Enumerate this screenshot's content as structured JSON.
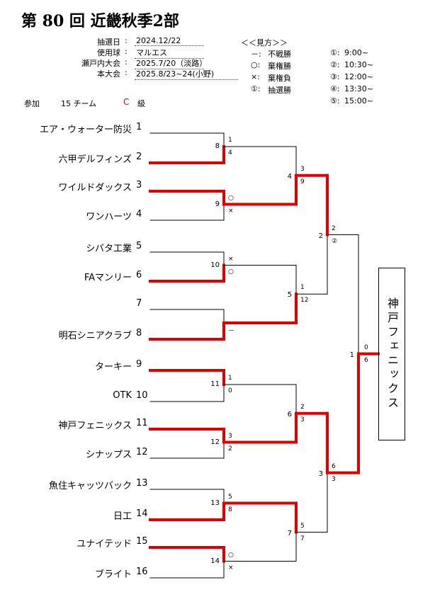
{
  "title": "第 80 回 近畿秋季2部",
  "info": [
    {
      "label": "抽選日",
      "value": "2024.12/22"
    },
    {
      "label": "使用球",
      "value": "マルエス"
    },
    {
      "label": "瀬戸内大会",
      "value": "2025.7/20（淡路）"
    },
    {
      "label": "本大会",
      "value": "2025.8/23~24(小野)"
    }
  ],
  "legend": {
    "header": "＜＜見方＞＞",
    "marks": [
      {
        "sym": "－:",
        "text": "不戦勝"
      },
      {
        "sym": "○:",
        "text": "棄権勝"
      },
      {
        "sym": "×:",
        "text": "棄権負"
      },
      {
        "sym": "①:",
        "text": "抽選勝"
      }
    ],
    "times": [
      {
        "sym": "①:",
        "text": "9:00~"
      },
      {
        "sym": "②:",
        "text": "10:30~"
      },
      {
        "sym": "③:",
        "text": "12:00~"
      },
      {
        "sym": "④:",
        "text": "13:30~"
      },
      {
        "sym": "⑤:",
        "text": "15:00~"
      }
    ]
  },
  "participation": {
    "label": "参加",
    "count": "15 チーム",
    "class_code": "C",
    "class_suffix": "級"
  },
  "colors": {
    "winner_line": "#e00000",
    "class_code": "#e00000"
  },
  "teams": [
    {
      "name": "エア・ウォーター防災",
      "seed": "1"
    },
    {
      "name": "六甲デルフィンズ",
      "seed": "2"
    },
    {
      "name": "ワイルドダックス",
      "seed": "3"
    },
    {
      "name": "ワンハーツ",
      "seed": "4"
    },
    {
      "name": "シバタ工業",
      "seed": "5"
    },
    {
      "name": "FAマンリー",
      "seed": "6"
    },
    {
      "name": "",
      "seed": "7"
    },
    {
      "name": "明石シニアクラブ",
      "seed": "8"
    },
    {
      "name": "ターキー",
      "seed": "9"
    },
    {
      "name": "OTK",
      "seed": "10"
    },
    {
      "name": "神戸フェニックス",
      "seed": "11"
    },
    {
      "name": "シナップス",
      "seed": "12"
    },
    {
      "name": "魚住キャッツバック",
      "seed": "13"
    },
    {
      "name": "日工",
      "seed": "14"
    },
    {
      "name": "ユナイテッド",
      "seed": "15"
    },
    {
      "name": "ブライト",
      "seed": "16"
    }
  ],
  "round1": [
    {
      "match": "8",
      "top": "1",
      "bottom": "4",
      "winner": "bottom"
    },
    {
      "match": "9",
      "top": "○",
      "bottom": "×",
      "winner": "top"
    },
    {
      "match": "10",
      "top": "×",
      "bottom": "○",
      "winner": "bottom"
    },
    {
      "match": "",
      "top": "",
      "bottom": "－",
      "winner": "bottom"
    },
    {
      "match": "11",
      "top": "1",
      "bottom": "0",
      "winner": "top"
    },
    {
      "match": "12",
      "top": "3",
      "bottom": "2",
      "winner": "top"
    },
    {
      "match": "13",
      "top": "5",
      "bottom": "8",
      "winner": "bottom"
    },
    {
      "match": "14",
      "top": "○",
      "bottom": "×",
      "winner": "top"
    }
  ],
  "round2": [
    {
      "match": "4",
      "top": "3",
      "bottom": "9",
      "winner": "bottom"
    },
    {
      "match": "5",
      "top": "1",
      "bottom": "12",
      "winner": "bottom"
    },
    {
      "match": "6",
      "top": "2",
      "bottom": "3",
      "winner": "bottom"
    },
    {
      "match": "7",
      "top": "5",
      "bottom": "7",
      "winner": "top"
    }
  ],
  "round3": [
    {
      "match": "2",
      "top": "2",
      "bottom": "②",
      "winner": "top"
    },
    {
      "match": "3",
      "top": "6",
      "bottom": "3",
      "winner": "top"
    }
  ],
  "final": {
    "match": "1",
    "top": "0",
    "bottom": "6",
    "winner": "bottom"
  },
  "champion": "神戸フェニックス"
}
